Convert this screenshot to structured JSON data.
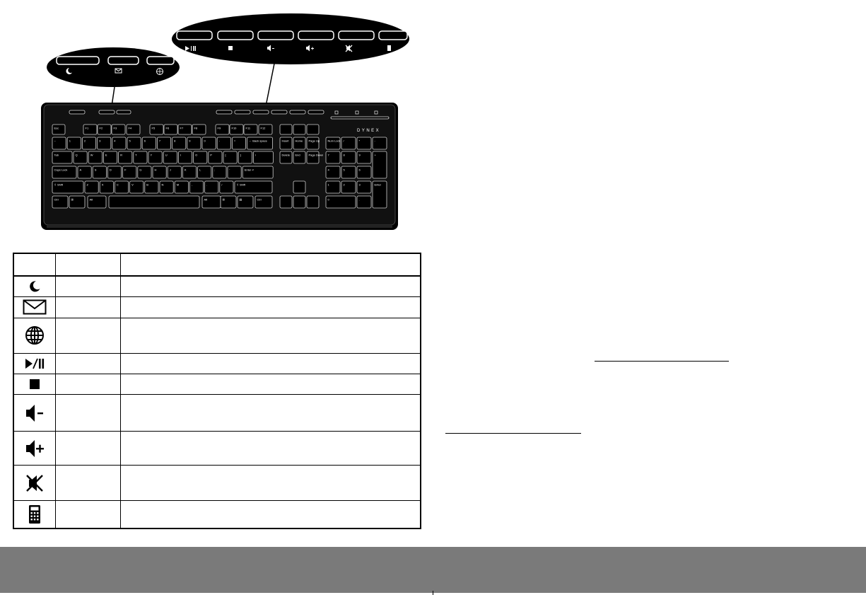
{
  "keyboard": {
    "brand": "DYNEX",
    "hotkey_callouts": {
      "left": [
        "sleep-icon",
        "mail-icon",
        "web-icon"
      ],
      "right": [
        "play-pause-icon",
        "stop-icon",
        "volume-down-icon",
        "volume-up-icon",
        "mute-icon",
        "calculator-icon"
      ]
    },
    "rows": [
      [
        "Esc",
        "F1",
        "F2",
        "F3",
        "F4",
        "F5",
        "F6",
        "F7",
        "F8",
        "F9",
        "F10",
        "F11",
        "F12"
      ],
      [
        "~",
        "1",
        "2",
        "3",
        "4",
        "5",
        "6",
        "7",
        "8",
        "9",
        "0",
        "-",
        "=",
        "← Back space"
      ],
      [
        "Tab",
        "Q",
        "W",
        "E",
        "R",
        "T",
        "Y",
        "U",
        "I",
        "O",
        "P",
        "[",
        "]",
        "\\"
      ],
      [
        "Caps Lock",
        "A",
        "S",
        "D",
        "F",
        "G",
        "H",
        "J",
        "K",
        "L",
        ";",
        "'",
        "Enter ↵"
      ],
      [
        "⇧ Shift",
        "Z",
        "X",
        "C",
        "V",
        "B",
        "N",
        "M",
        ",",
        ".",
        "/",
        "⇧ Shift"
      ],
      [
        "Ctrl",
        "⊞",
        "Alt",
        "Alt",
        "⊞",
        "▤",
        "Ctrl"
      ]
    ],
    "nav_keys": [
      "Insert",
      "Home",
      "Page Up",
      "Delete",
      "End",
      "Page Down"
    ],
    "numpad_keys": [
      "Num Lock",
      "/",
      "*",
      "-",
      "7",
      "8",
      "9",
      "+",
      "4",
      "5",
      "6",
      "1",
      "2",
      "3",
      "Enter",
      "0",
      "."
    ]
  },
  "table": {
    "header": [
      "",
      "",
      ""
    ],
    "rows": [
      {
        "icon": "sleep-icon",
        "key": "",
        "desc": ""
      },
      {
        "icon": "mail-icon",
        "key": "",
        "desc": ""
      },
      {
        "icon": "web-icon",
        "key": "",
        "desc": ""
      },
      {
        "icon": "play-pause-icon",
        "key": "",
        "desc": ""
      },
      {
        "icon": "stop-icon",
        "key": "",
        "desc": ""
      },
      {
        "icon": "volume-down-icon",
        "key": "",
        "desc": ""
      },
      {
        "icon": "volume-up-icon",
        "key": "",
        "desc": ""
      },
      {
        "icon": "mute-icon",
        "key": "",
        "desc": ""
      },
      {
        "icon": "calculator-icon",
        "key": "",
        "desc": ""
      }
    ]
  },
  "colors": {
    "ink": "#000000",
    "footer": "#7a7a7a",
    "key_label": "#ffffff"
  }
}
